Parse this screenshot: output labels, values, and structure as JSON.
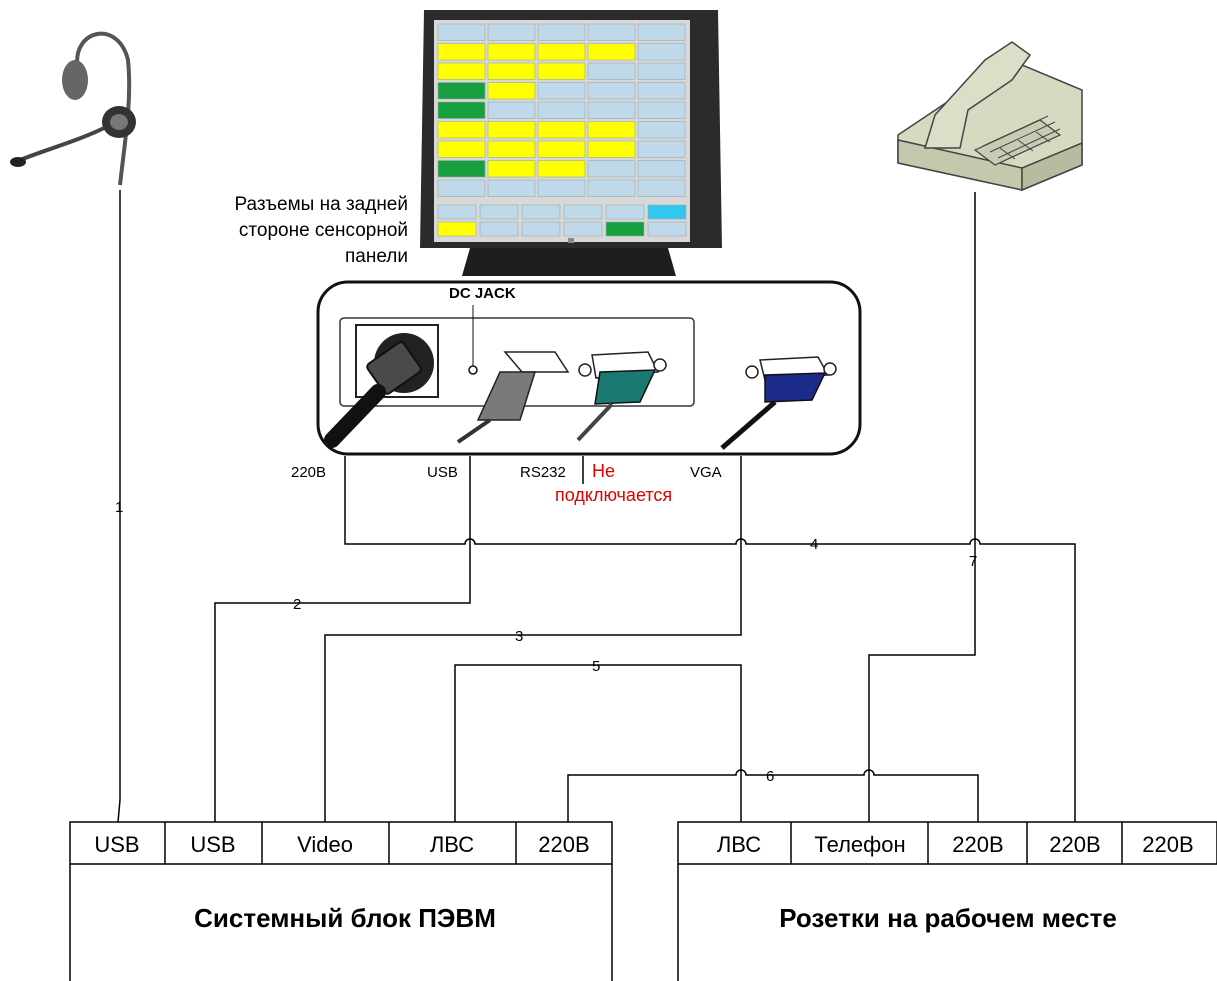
{
  "caption": {
    "line1": "Разъемы на задней",
    "line2": "стороне сенсорной",
    "line3": "панели"
  },
  "panel_labels": {
    "dc_jack": "DC JACK",
    "power": "220В",
    "usb": "USB",
    "rs232": "RS232",
    "not_connected_1": "Не",
    "not_connected_2": "подключается",
    "vga": "VGA"
  },
  "wires": [
    "1",
    "2",
    "3",
    "4",
    "5",
    "6",
    "7"
  ],
  "pc_block": {
    "title": "Системный блок ПЭВМ",
    "ports": [
      "USB",
      "USB",
      "Video",
      "ЛВС",
      "220В"
    ]
  },
  "sockets_block": {
    "title": "Розетки на рабочем месте",
    "ports": [
      "ЛВС",
      "Телефон",
      "220В",
      "220В",
      "220В"
    ]
  },
  "colors": {
    "line": "#000000",
    "warning": "#e00000",
    "phone_body": "#d6dac0",
    "screen_yellow": "#ffff00",
    "screen_blue": "#bfd9ea",
    "screen_green": "#18a040",
    "rs232_connector": "#1a7a72",
    "vga_connector": "#1c2a8a"
  },
  "icons": [
    "headset-icon",
    "touch-monitor-icon",
    "desk-phone-icon",
    "power-plug-icon",
    "usb-plug-icon",
    "rs232-plug-icon",
    "vga-plug-icon"
  ]
}
